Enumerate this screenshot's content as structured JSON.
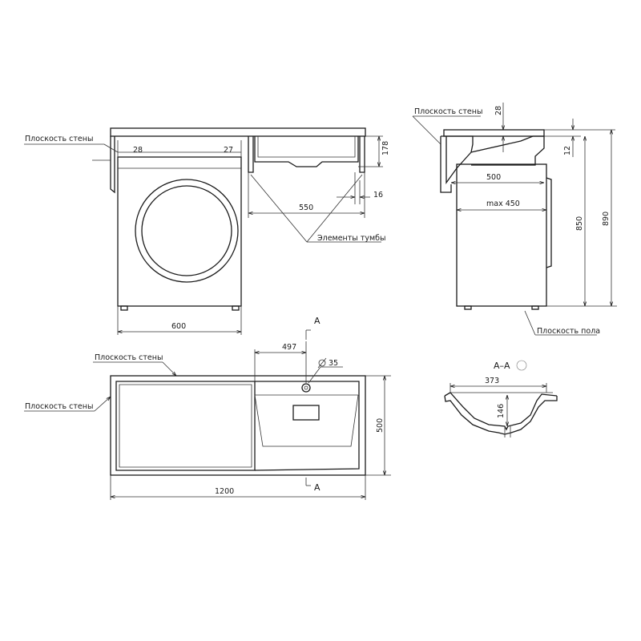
{
  "labels": {
    "wall_plane": "Плоскость стены",
    "floor_plane": "Плоскость пола",
    "cabinet_elements": "Элементы тумбы",
    "section_marker": "А",
    "section_title": "А–А"
  },
  "dimensions": {
    "front_left_offset": "28",
    "front_right_offset": "27",
    "basin_depth": "178",
    "basin_gap": "16",
    "basin_width": "550",
    "washer_width": "600",
    "side_top_thickness": "28",
    "side_lip": "12",
    "side_depth": "500",
    "side_max_depth": "max 450",
    "side_height_washer": "850",
    "side_height_total": "890",
    "plan_basin_offset": "497",
    "plan_hole_diameter": "35",
    "plan_depth": "500",
    "plan_total_width": "1200",
    "section_width": "373",
    "section_depth": "146"
  }
}
